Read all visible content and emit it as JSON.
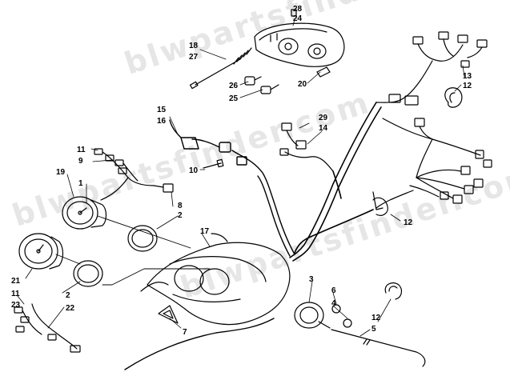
{
  "watermark": "blwpartsfinder.com",
  "callouts": [
    {
      "id": "c28",
      "label": "28"
    },
    {
      "id": "c24",
      "label": "24"
    },
    {
      "id": "c18",
      "label": "18"
    },
    {
      "id": "c27",
      "label": "27"
    },
    {
      "id": "c26",
      "label": "26"
    },
    {
      "id": "c25",
      "label": "25"
    },
    {
      "id": "c20",
      "label": "20"
    },
    {
      "id": "c13",
      "label": "13"
    },
    {
      "id": "c12a",
      "label": "12"
    },
    {
      "id": "c15",
      "label": "15"
    },
    {
      "id": "c16",
      "label": "16"
    },
    {
      "id": "c29",
      "label": "29"
    },
    {
      "id": "c14",
      "label": "14"
    },
    {
      "id": "c11a",
      "label": "11"
    },
    {
      "id": "c9",
      "label": "9"
    },
    {
      "id": "c19",
      "label": "19"
    },
    {
      "id": "c1",
      "label": "1"
    },
    {
      "id": "c10",
      "label": "10"
    },
    {
      "id": "c8",
      "label": "8"
    },
    {
      "id": "c2a",
      "label": "2"
    },
    {
      "id": "c17",
      "label": "17"
    },
    {
      "id": "c12b",
      "label": "12"
    },
    {
      "id": "c21",
      "label": "21"
    },
    {
      "id": "c11b",
      "label": "11"
    },
    {
      "id": "c23",
      "label": "23"
    },
    {
      "id": "c2b",
      "label": "2"
    },
    {
      "id": "c22",
      "label": "22"
    },
    {
      "id": "c3",
      "label": "3"
    },
    {
      "id": "c6",
      "label": "6"
    },
    {
      "id": "c4",
      "label": "4"
    },
    {
      "id": "c12c",
      "label": "12"
    },
    {
      "id": "c5",
      "label": "5"
    },
    {
      "id": "c7",
      "label": "7"
    }
  ]
}
